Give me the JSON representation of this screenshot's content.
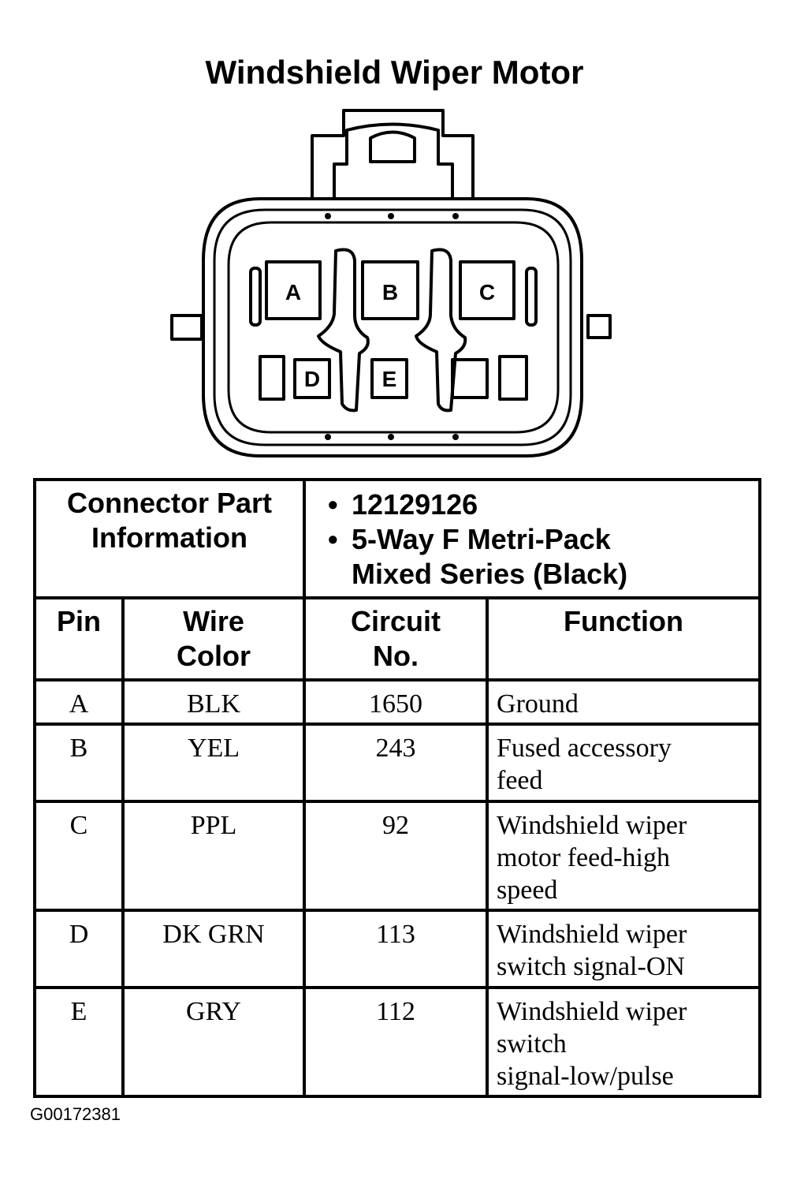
{
  "title": "Windshield Wiper Motor",
  "connector": {
    "cavities": [
      "A",
      "B",
      "C",
      "D",
      "E"
    ]
  },
  "connector_info": {
    "label_line1": "Connector Part",
    "label_line2": "Information",
    "part_number": "12129126",
    "description_line1": "5-Way F Metri-Pack",
    "description_line2": "Mixed Series (Black)"
  },
  "columns": {
    "pin": "Pin",
    "wire_color_line1": "Wire",
    "wire_color_line2": "Color",
    "circuit_line1": "Circuit",
    "circuit_line2": "No.",
    "function": "Function"
  },
  "rows": [
    {
      "pin": "A",
      "wire": "BLK",
      "circuit": "1650",
      "function_lines": [
        "Ground"
      ]
    },
    {
      "pin": "B",
      "wire": "YEL",
      "circuit": "243",
      "function_lines": [
        "Fused accessory",
        "feed"
      ]
    },
    {
      "pin": "C",
      "wire": "PPL",
      "circuit": "92",
      "function_lines": [
        "Windshield wiper",
        "motor feed-high",
        "speed"
      ]
    },
    {
      "pin": "D",
      "wire": "DK GRN",
      "circuit": "113",
      "function_lines": [
        "Windshield wiper",
        "switch signal-ON"
      ]
    },
    {
      "pin": "E",
      "wire": "GRY",
      "circuit": "112",
      "function_lines": [
        "Windshield wiper",
        "switch",
        "signal-low/pulse"
      ]
    }
  ],
  "figure_id": "G00172381"
}
